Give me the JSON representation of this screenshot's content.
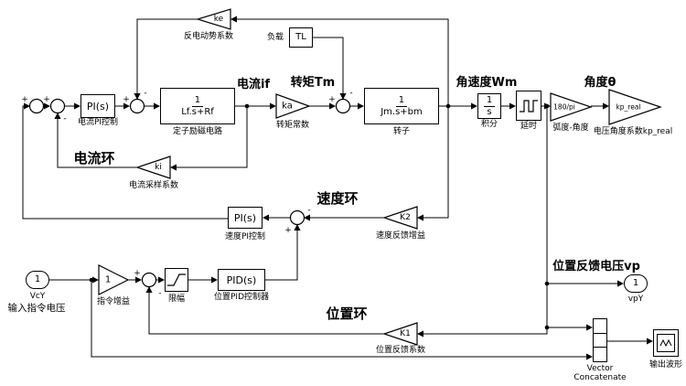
{
  "signals": {
    "current_if": "电流if",
    "torque_tm": "转矩Tm",
    "load": "负载",
    "speed_wm": "角速度Wm",
    "angle_theta": "角度θ",
    "current_loop": "电流环",
    "speed_loop": "速度环",
    "position_loop": "位置环",
    "pos_fb_voltage": "位置反馈电压vp",
    "input_cmd_voltage": "输入指令电压",
    "vcy": "VcY",
    "vpy": "vpY"
  },
  "blocks": {
    "pi_current": {
      "text": "PI(s)",
      "caption": "电流PI控制"
    },
    "tf_stator": {
      "num": "1",
      "den": "Lf.s+Rf",
      "caption": "定子励磁电路"
    },
    "gain_ka": {
      "label": "ka",
      "caption": "转矩常数"
    },
    "load_tl": {
      "text": "TL"
    },
    "tf_rotor": {
      "num": "1",
      "den": "Jm.s+bm",
      "caption": "转子"
    },
    "integrator": {
      "num": "1",
      "den": "s",
      "caption": "积分"
    },
    "delay": {
      "caption": "延时"
    },
    "gain_rad2deg": {
      "label": "180/pi",
      "caption": "弧度-角度"
    },
    "gain_kp_real": {
      "label": "kp_real",
      "caption": "电压角度系数kp_real"
    },
    "gain_ke": {
      "label": "ke",
      "caption": "反电动势系数"
    },
    "gain_ki": {
      "label": "ki",
      "caption": "电流采样系数"
    },
    "pi_speed": {
      "text": "PI(s)",
      "caption": "速度PI控制"
    },
    "gain_k2": {
      "label": "K2",
      "caption": "速度反馈增益"
    },
    "gain_k1": {
      "label": "K1",
      "caption": "位置反馈系数"
    },
    "gain_cmd": {
      "label": "1",
      "caption": "指令增益"
    },
    "saturation": {
      "caption": "限幅"
    },
    "pid_position": {
      "text": "PID(s)",
      "caption": "位置PID控制器"
    },
    "inport": {
      "text": "1"
    },
    "outport": {
      "text": "1"
    },
    "concat": {
      "caption": "Vector Concatenate"
    },
    "scope": {
      "caption": "输出波形"
    }
  },
  "sum_signs": {
    "s1_left": "+",
    "s2_left": "+",
    "s2_bottom": "-",
    "s3_left": "+",
    "s3_top": "-",
    "s4_left": "+",
    "s4_top": "-",
    "s5_right": "-",
    "s5_bottom": "+",
    "s6_left": "+",
    "s6_bottom": "-"
  }
}
